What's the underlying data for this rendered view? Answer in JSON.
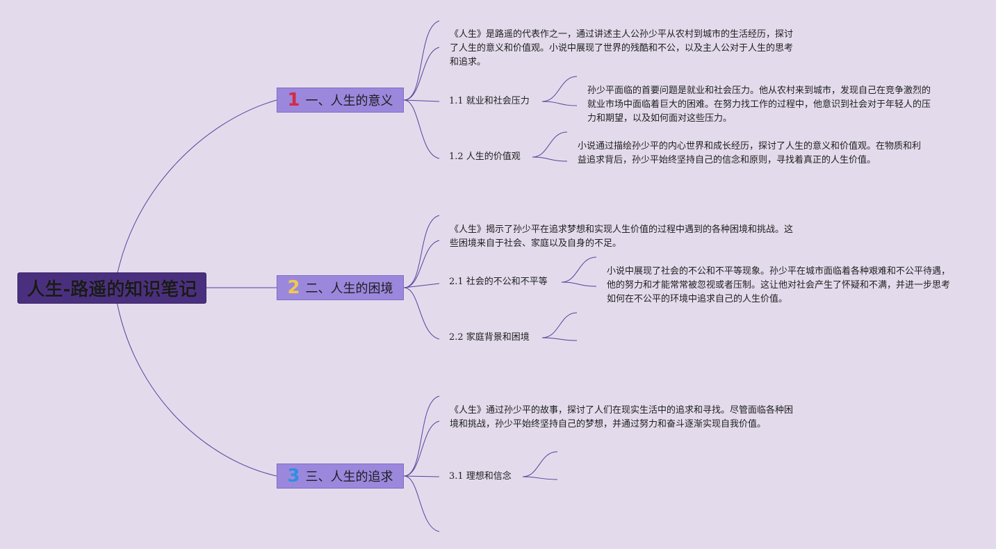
{
  "root": {
    "label": "人生-路遥的知识笔记"
  },
  "branches": [
    {
      "num": "1",
      "num_color": "#d42b45",
      "label": "一、人生的意义",
      "desc": "《人生》是路遥的代表作之一，通过讲述主人公孙少平从农村到城市的生活经历，探讨了人生的意义和价值观。小说中展现了世界的残酷和不公，以及主人公对于人生的思考和追求。",
      "subs": [
        {
          "label": "1.1 就业和社会压力",
          "desc": "孙少平面临的首要问题是就业和社会压力。他从农村来到城市，发现自己在竞争激烈的就业市场中面临着巨大的困难。在努力找工作的过程中，他意识到社会对于年轻人的压力和期望，以及如何面对这些压力。"
        },
        {
          "label": "1.2 人生的价值观",
          "desc": "小说通过描绘孙少平的内心世界和成长经历，探讨了人生的意义和价值观。在物质和利益追求背后，孙少平始终坚持自己的信念和原则，寻找着真正的人生价值。"
        }
      ]
    },
    {
      "num": "2",
      "num_color": "#f2c94c",
      "label": "二、人生的困境",
      "desc": "《人生》揭示了孙少平在追求梦想和实现人生价值的过程中遇到的各种困境和挑战。这些困境来自于社会、家庭以及自身的不足。",
      "subs": [
        {
          "label": "2.1 社会的不公和不平等",
          "desc": "小说中展现了社会的不公和不平等现象。孙少平在城市面临着各种艰难和不公平待遇，他的努力和才能常常被忽视或者压制。这让他对社会产生了怀疑和不满，并进一步思考如何在不公平的环境中追求自己的人生价值。"
        },
        {
          "label": "2.2 家庭背景和困境",
          "desc": ""
        }
      ]
    },
    {
      "num": "3",
      "num_color": "#2f8fe0",
      "label": "三、人生的追求",
      "desc": "《人生》通过孙少平的故事，探讨了人们在现实生活中的追求和寻找。尽管面临各种困境和挑战，孙少平始终坚持自己的梦想，并通过努力和奋斗逐渐实现自我价值。",
      "subs": [
        {
          "label": "3.1 理想和信念",
          "desc": ""
        }
      ]
    }
  ],
  "colors": {
    "background": "#e3dbec",
    "root_fill": "#4b2f7f",
    "branch_fill": "#9b88dd",
    "link": "#5a3f9a"
  }
}
